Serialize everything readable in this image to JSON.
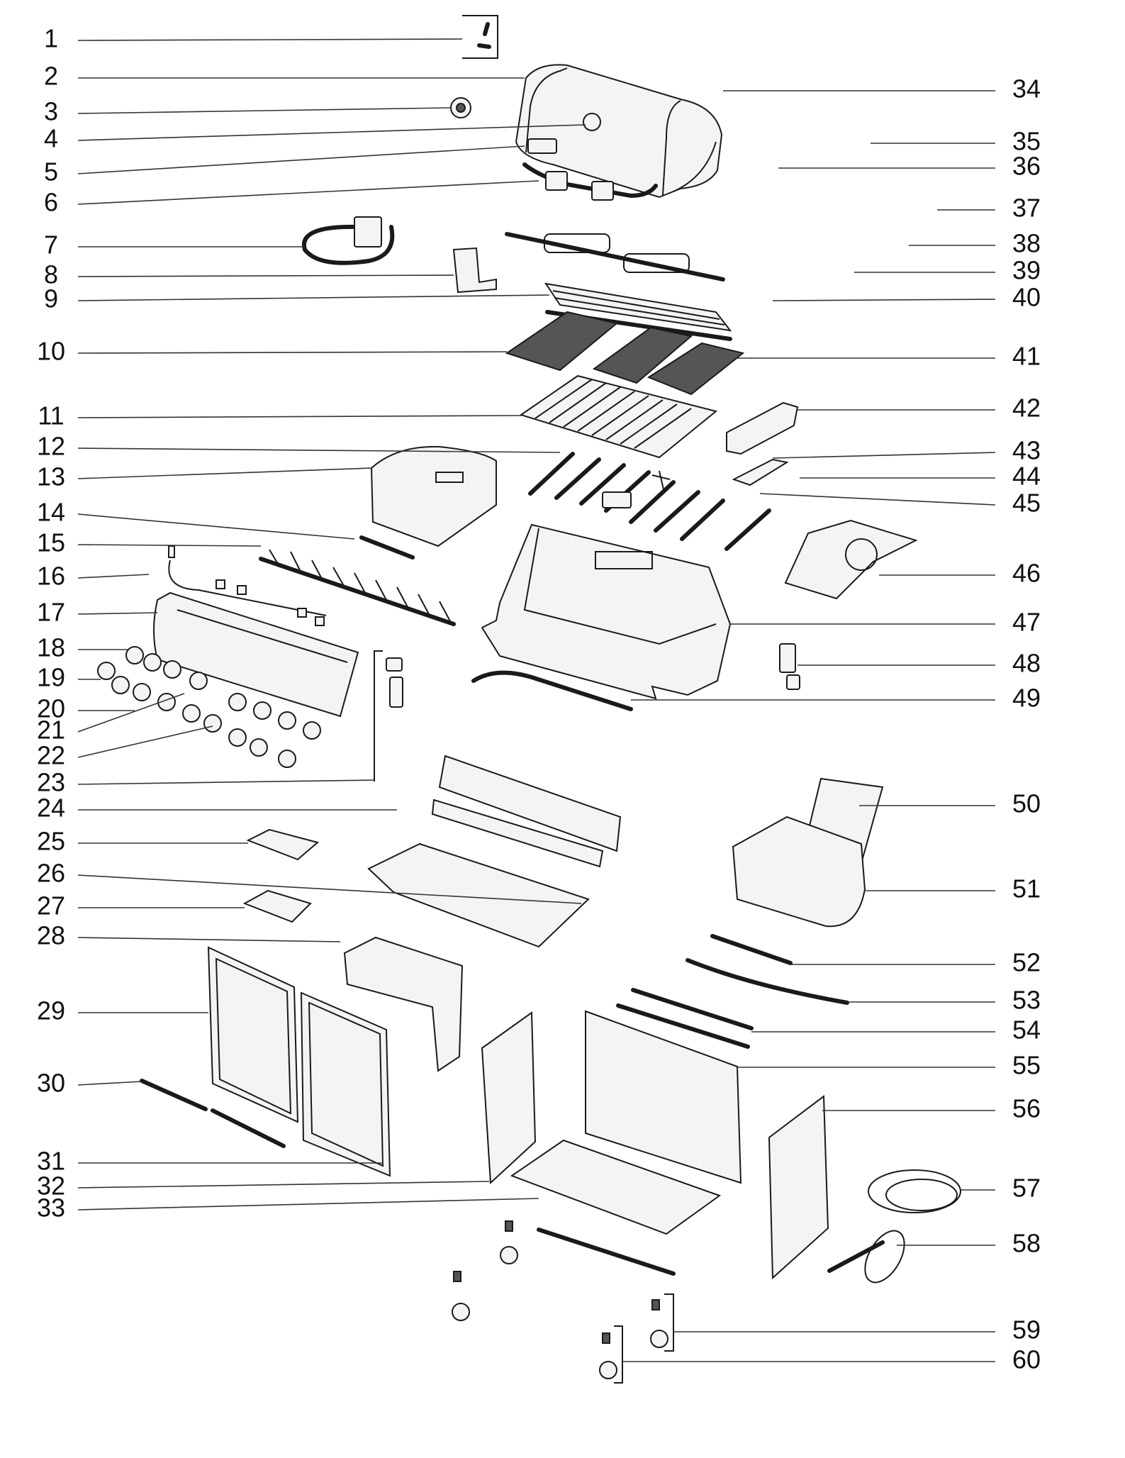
{
  "labels_left": [
    "1",
    "2",
    "3",
    "4",
    "5",
    "6",
    "7",
    "8",
    "9",
    "10",
    "11",
    "12",
    "13",
    "14",
    "15",
    "16",
    "17",
    "18",
    "19",
    "20",
    "21",
    "22",
    "23",
    "24",
    "25",
    "26",
    "27",
    "28",
    "29",
    "30",
    "31",
    "32",
    "33"
  ],
  "labels_right": [
    "34",
    "35",
    "36",
    "37",
    "38",
    "39",
    "40",
    "41",
    "42",
    "43",
    "44",
    "45",
    "46",
    "47",
    "48",
    "49",
    "50",
    "51",
    "52",
    "53",
    "54",
    "55",
    "56",
    "57",
    "58",
    "59",
    "60"
  ]
}
